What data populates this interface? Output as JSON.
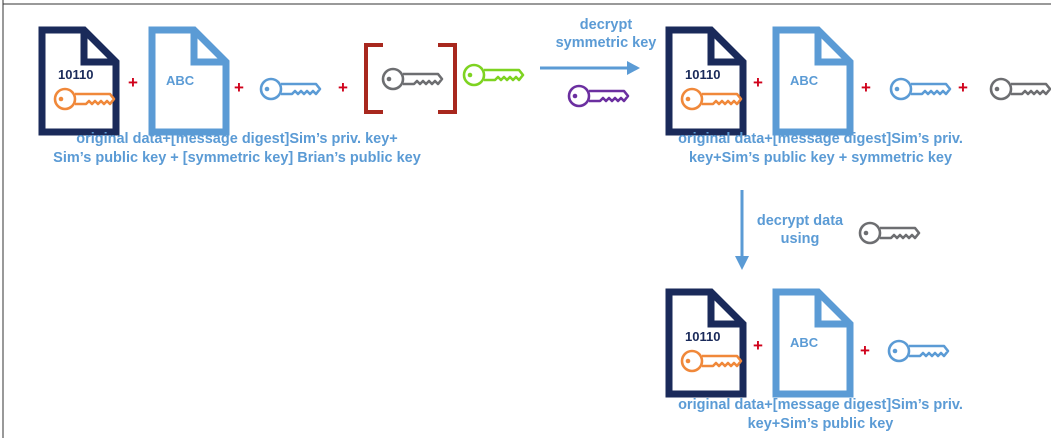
{
  "docs": {
    "binary_text": "10110",
    "abc_text": "ABC"
  },
  "plus_sign": "+",
  "stages": {
    "source": {
      "caption_line1": "original data+[message digest]Sim’s priv. key+",
      "caption_line2": "Sim’s public key + [symmetric key] Brian’s public key"
    },
    "decrypted_key": {
      "caption_line1": "original data+[message digest]Sim’s priv.",
      "caption_line2": "key+Sim’s public key + symmetric key"
    },
    "final": {
      "caption_line1": "original data+[message digest]Sim’s priv.",
      "caption_line2": "key+Sim’s public key"
    }
  },
  "arrows": {
    "decrypt_symmetric": {
      "label_line1": "decrypt",
      "label_line2": "symmetric key"
    },
    "decrypt_data": {
      "label_line1": "decrypt data",
      "label_line2": "using"
    }
  },
  "colors": {
    "navy": "#1a2a5a",
    "light_blue": "#5b9bd5",
    "orange": "#f0883a",
    "red": "#d0021b",
    "dark_red": "#a8281e",
    "green": "#7ed321",
    "purple": "#6b2fa0",
    "gray": "#6d6e71"
  }
}
